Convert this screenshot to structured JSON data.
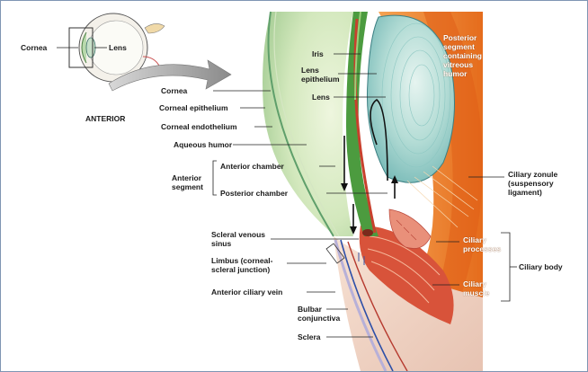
{
  "inset": {
    "cornea_label": "Cornea",
    "lens_label": "Lens",
    "anterior_label": "ANTERIOR"
  },
  "labels": {
    "iris": "Iris",
    "lens_epithelium_1": "Lens",
    "lens_epithelium_2": "epithelium",
    "lens": "Lens",
    "posterior_segment_1": "Posterior",
    "posterior_segment_2": "segment",
    "posterior_segment_3": "containing",
    "posterior_segment_4": "vitreous",
    "posterior_segment_5": "humor",
    "cornea": "Cornea",
    "corneal_epithelium": "Corneal epithelium",
    "corneal_endothelium": "Corneal endothelium",
    "aqueous_humor": "Aqueous humor",
    "anterior_segment_1": "Anterior",
    "anterior_segment_2": "segment",
    "anterior_chamber": "Anterior chamber",
    "posterior_chamber": "Posterior chamber",
    "ciliary_zonule_1": "Ciliary zonule",
    "ciliary_zonule_2": "(suspensory",
    "ciliary_zonule_3": "ligament)",
    "scleral_venous_1": "Scleral venous",
    "scleral_venous_2": "sinus",
    "limbus_1": "Limbus (corneal-",
    "limbus_2": "scleral junction)",
    "ciliary_processes_1": "Ciliary",
    "ciliary_processes_2": "processes",
    "ciliary_body": "Ciliary body",
    "ciliary_muscle_1": "Ciliary",
    "ciliary_muscle_2": "muscle",
    "anterior_ciliary_vein": "Anterior ciliary vein",
    "bulbar_conjunctiva_1": "Bulbar",
    "bulbar_conjunctiva_2": "conjunctiva",
    "sclera": "Sclera"
  },
  "colors": {
    "frame_border": "#7f95b3",
    "cornea_fill": "#cfe6b8",
    "lens_fill": "#9fd0cf",
    "sclera_fill": "#f3a25a",
    "posterior_fill": "#ee7f2b",
    "muscle_fill": "#d8533a",
    "iris_green": "#3f9a3a",
    "label_text": "#1a1a1a"
  }
}
